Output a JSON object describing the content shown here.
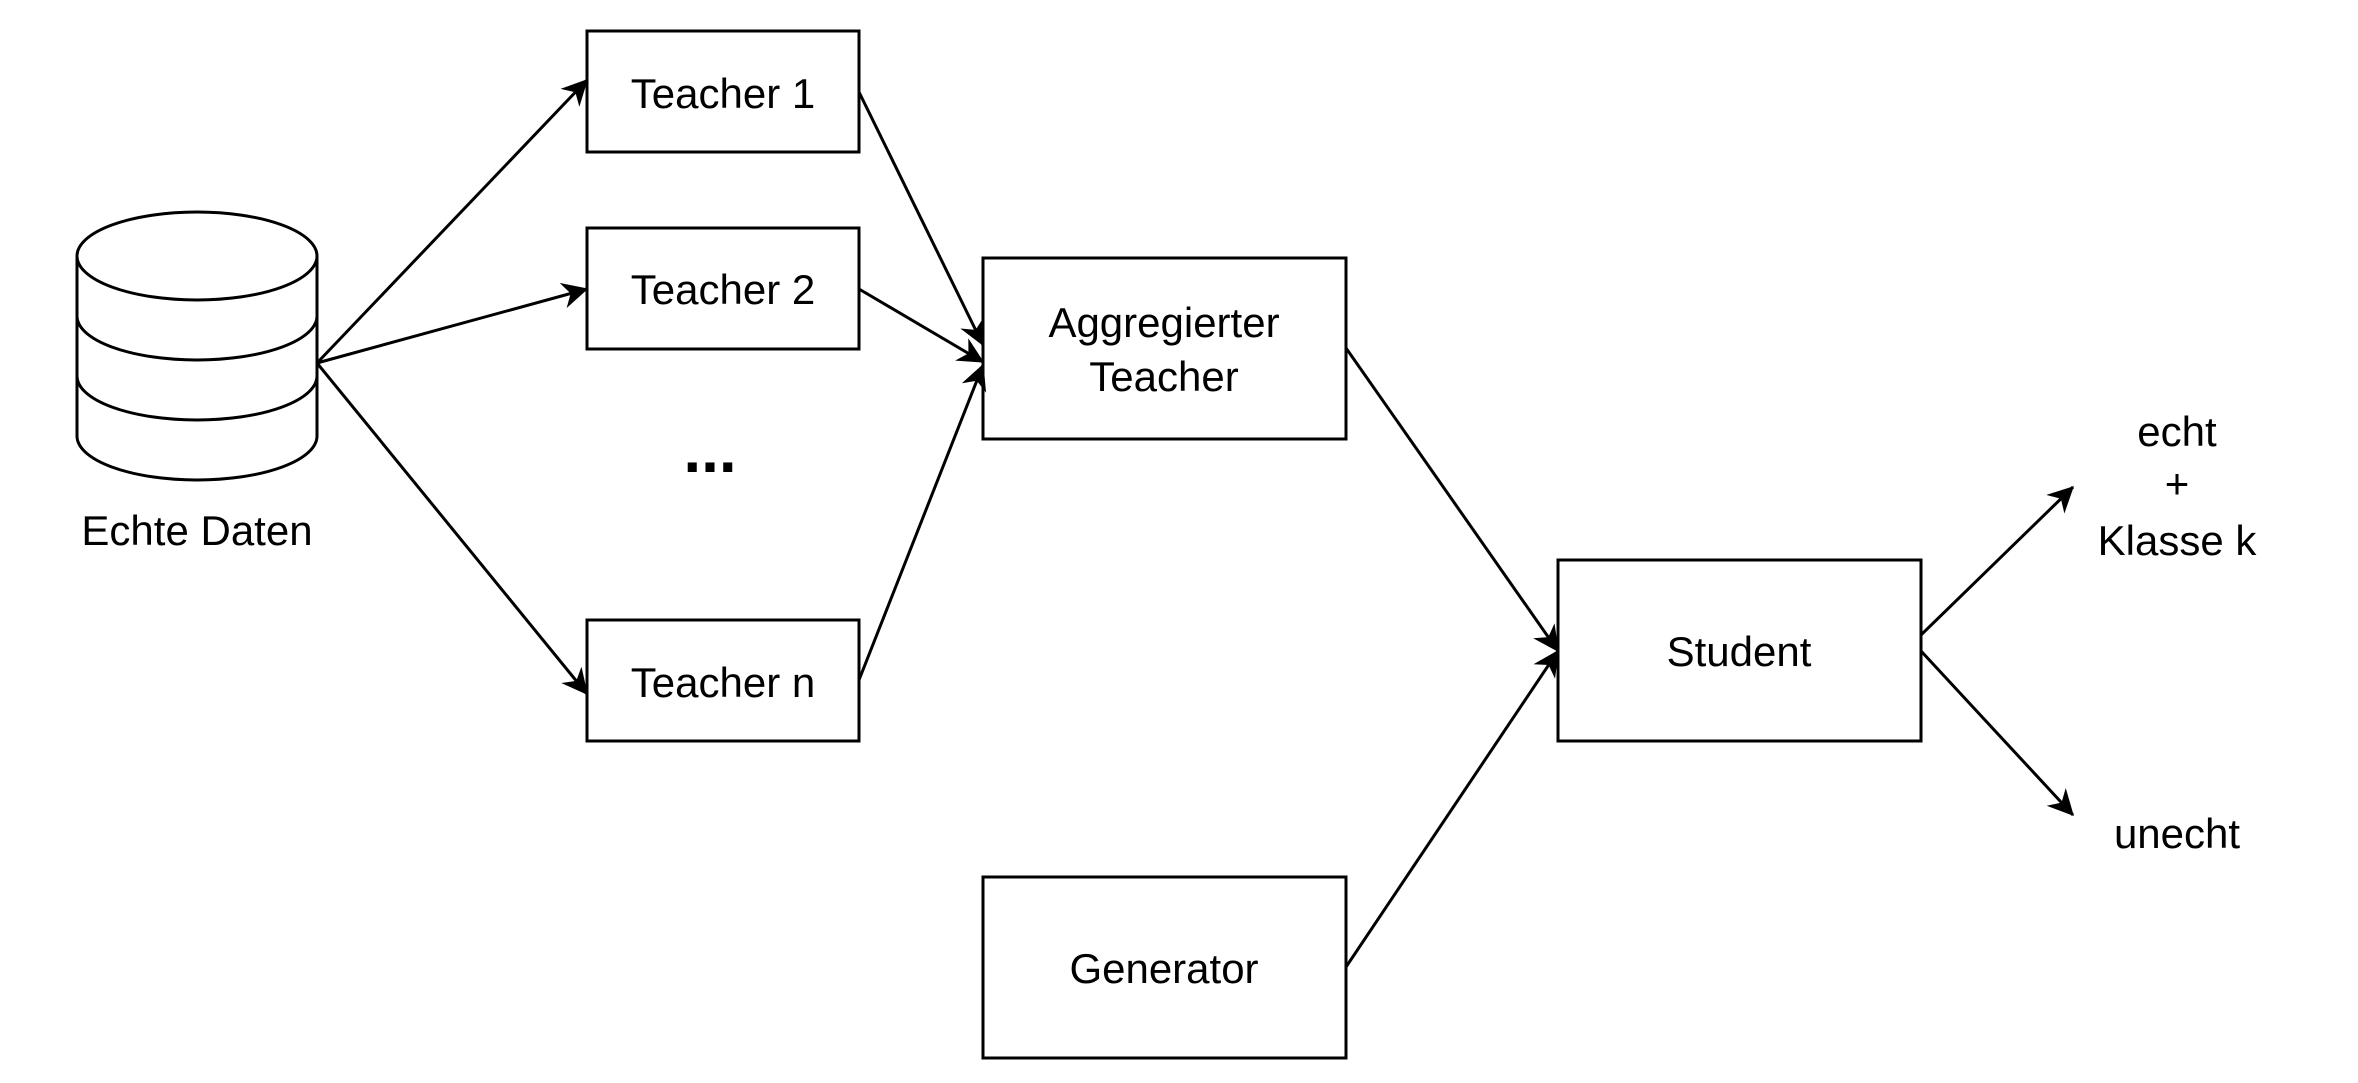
{
  "colors": {
    "stroke": "#000000",
    "fill": "#ffffff",
    "text": "#000000"
  },
  "database": {
    "icon": "database-icon",
    "label": "Echte Daten"
  },
  "teachers": {
    "teacher_1": "Teacher 1",
    "teacher_2": "Teacher 2",
    "ellipsis": "...",
    "teacher_n": "Teacher n"
  },
  "aggregated_teacher": {
    "line1": "Aggregierter",
    "line2": "Teacher"
  },
  "student": {
    "label": "Student"
  },
  "generator": {
    "label": "Generator"
  },
  "outputs": {
    "real": {
      "line1": "echt",
      "line2": "+",
      "line3": "Klasse k"
    },
    "fake": "unecht"
  }
}
